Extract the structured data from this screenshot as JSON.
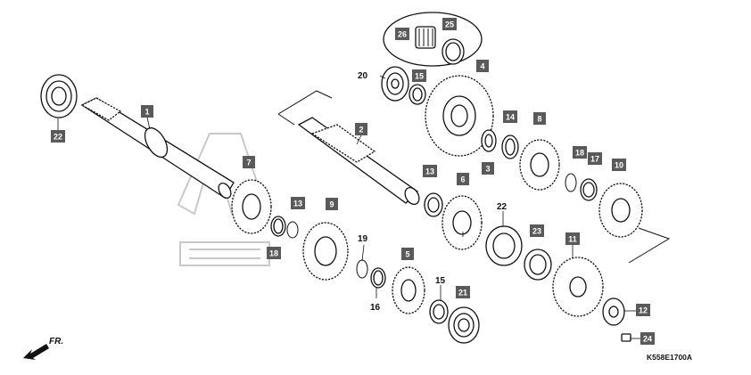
{
  "diagram": {
    "drawing_code": "K558E1700A",
    "front_marker": "FR.",
    "labels": [
      {
        "id": "1",
        "boxed": true
      },
      {
        "id": "2",
        "boxed": true
      },
      {
        "id": "3",
        "boxed": true
      },
      {
        "id": "4",
        "boxed": true
      },
      {
        "id": "5",
        "boxed": true
      },
      {
        "id": "6",
        "boxed": true
      },
      {
        "id": "7",
        "boxed": true
      },
      {
        "id": "8",
        "boxed": true
      },
      {
        "id": "9",
        "boxed": true
      },
      {
        "id": "10",
        "boxed": true
      },
      {
        "id": "11",
        "boxed": true
      },
      {
        "id": "12",
        "boxed": true
      },
      {
        "id": "13",
        "boxed": true
      },
      {
        "id": "13",
        "boxed": true
      },
      {
        "id": "14",
        "boxed": true
      },
      {
        "id": "15",
        "boxed": true
      },
      {
        "id": "15",
        "boxed": false
      },
      {
        "id": "16",
        "boxed": false
      },
      {
        "id": "17",
        "boxed": true
      },
      {
        "id": "18",
        "boxed": true
      },
      {
        "id": "19",
        "boxed": false
      },
      {
        "id": "20",
        "boxed": false
      },
      {
        "id": "21",
        "boxed": true
      },
      {
        "id": "22",
        "boxed": true
      },
      {
        "id": "22",
        "boxed": false
      },
      {
        "id": "23",
        "boxed": true
      },
      {
        "id": "24",
        "boxed": true
      },
      {
        "id": "25",
        "boxed": true
      },
      {
        "id": "26",
        "boxed": true
      },
      {
        "id": "15",
        "boxed": true
      }
    ]
  }
}
